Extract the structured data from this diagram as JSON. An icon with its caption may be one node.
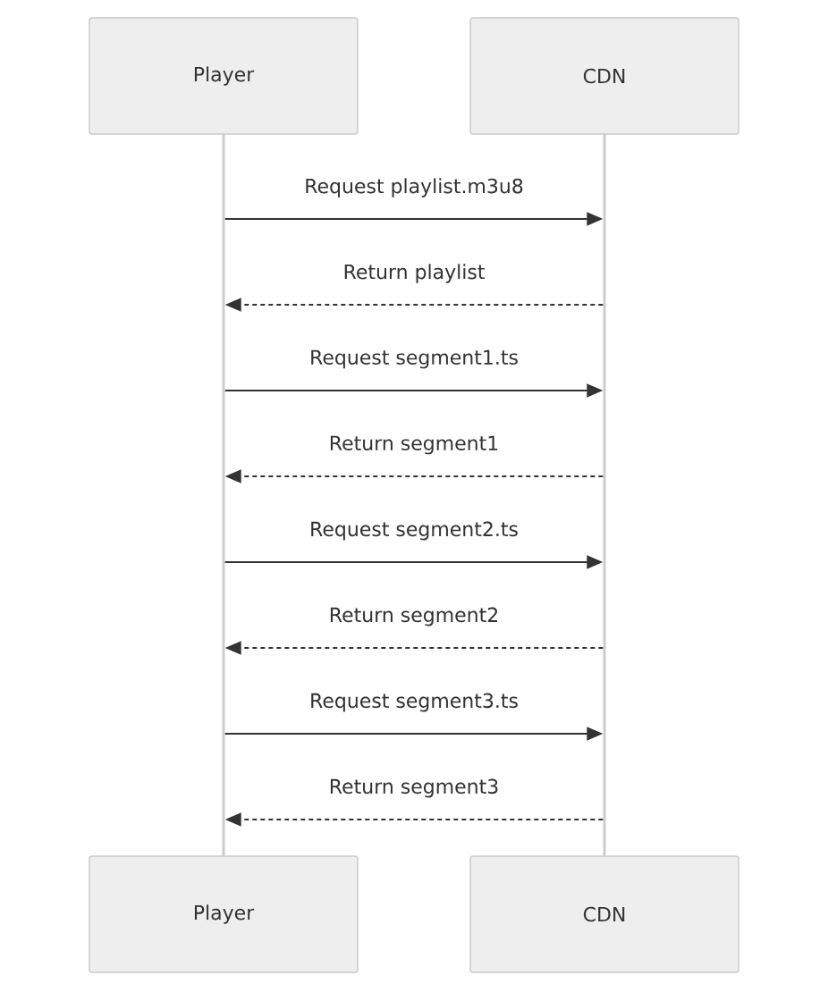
{
  "diagram": {
    "nodes": [
      {
        "text": [
          "Player"
        ]
      },
      {
        "text": [
          "CDN"
        ]
      },
      {
        "text": [],
        "shape": "bar"
      },
      {
        "text": [],
        "shape": "bar"
      },
      {
        "text": [
          "Player"
        ]
      },
      {
        "text": [
          "CDN"
        ]
      }
    ],
    "edges": [
      {
        "from": 2,
        "to": 3,
        "arrow": "to",
        "label": "Request playlist.m3u8"
      },
      {
        "from": 3,
        "to": 2,
        "arrow": "to",
        "label": "Return playlist",
        "style": "dashed"
      },
      {
        "from": 2,
        "to": 3,
        "arrow": "to",
        "label": "Request segment1.ts"
      },
      {
        "from": 3,
        "to": 2,
        "arrow": "to",
        "label": "Return segment1",
        "style": "dashed"
      },
      {
        "from": 2,
        "to": 3,
        "arrow": "to",
        "label": "Request segment2.ts"
      },
      {
        "from": 3,
        "to": 2,
        "arrow": "to",
        "label": "Return segment2",
        "style": "dashed"
      },
      {
        "from": 2,
        "to": 3,
        "arrow": "to",
        "label": "Request segment3.ts"
      },
      {
        "from": 3,
        "to": 2,
        "arrow": "to",
        "label": "Return segment3",
        "style": "dashed"
      }
    ]
  }
}
